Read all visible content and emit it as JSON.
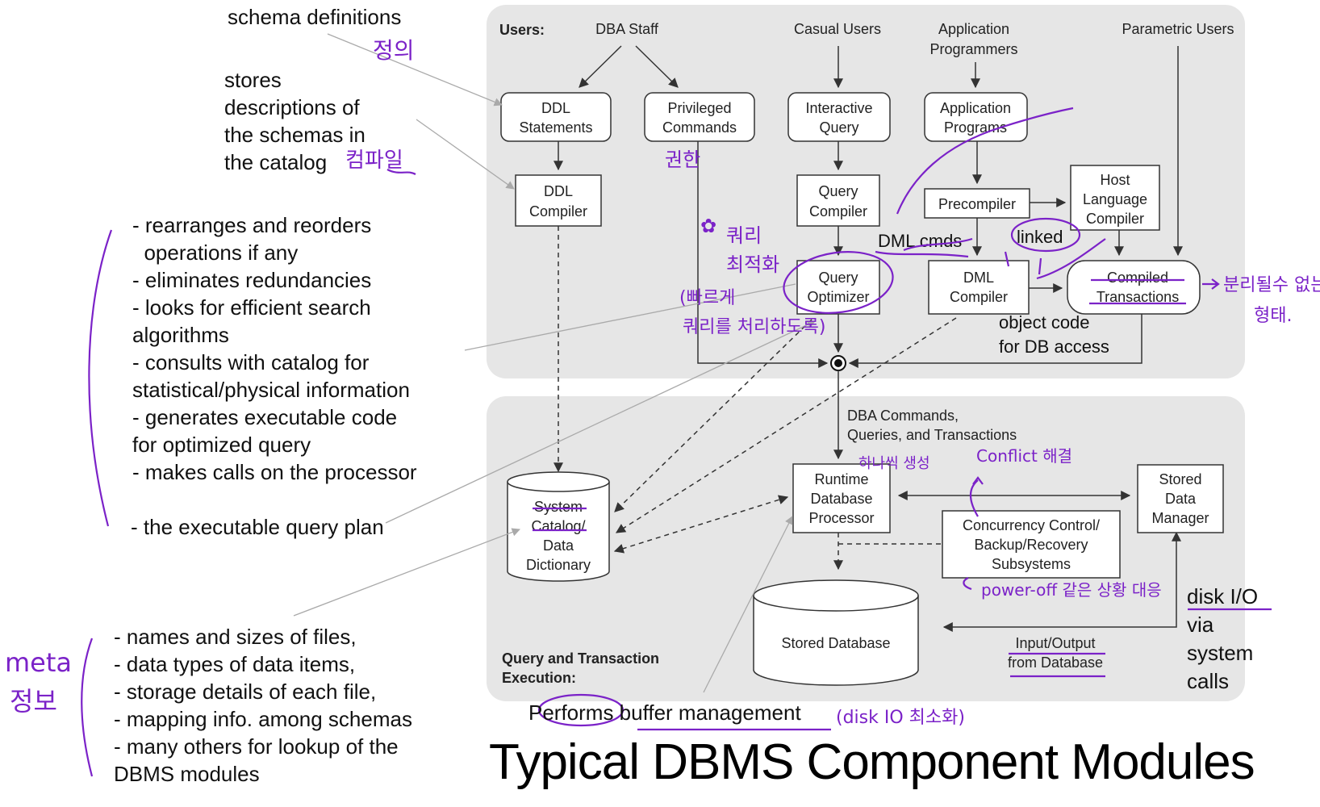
{
  "diagram": {
    "users_label": "Users:",
    "users": {
      "dba_staff": "DBA Staff",
      "casual_users": "Casual Users",
      "application_programmers": [
        "Application",
        "Programmers"
      ],
      "parametric_users": "Parametric Users"
    },
    "boxes": {
      "ddl_statements": [
        "DDL",
        "Statements"
      ],
      "privileged_commands": [
        "Privileged",
        "Commands"
      ],
      "interactive_query": [
        "Interactive",
        "Query"
      ],
      "application_programs": [
        "Application",
        "Programs"
      ],
      "ddl_compiler": [
        "DDL",
        "Compiler"
      ],
      "query_compiler": [
        "Query",
        "Compiler"
      ],
      "precompiler": "Precompiler",
      "host_language_compiler": [
        "Host",
        "Language",
        "Compiler"
      ],
      "query_optimizer": [
        "Query",
        "Optimizer"
      ],
      "dml_compiler": [
        "DML",
        "Compiler"
      ],
      "compiled_transactions": [
        "Compiled",
        "Transactions"
      ],
      "system_catalog": [
        "System",
        "Catalog/",
        "Data",
        "Dictionary"
      ],
      "runtime_processor": [
        "Runtime",
        "Database",
        "Processor"
      ],
      "stored_data_manager": [
        "Stored",
        "Data",
        "Manager"
      ],
      "concurrency_control": [
        "Concurrency Control/",
        "Backup/Recovery",
        "Subsystems"
      ],
      "stored_database": "Stored Database"
    },
    "labels": {
      "dba_commands": [
        "DBA Commands,",
        "Queries, and Transactions"
      ],
      "query_transaction_execution": [
        "Query and Transaction",
        "Execution:"
      ],
      "input_output": [
        "Input/Output",
        "from Database"
      ],
      "dml_cmds": "DML cmds",
      "linked": "linked",
      "object_code": [
        "object code",
        "for DB access"
      ],
      "disk_io": [
        "disk I/O",
        "via",
        "system",
        "calls"
      ]
    },
    "handwritten": {
      "definition": "정의",
      "compile": "컴파일",
      "privilege": "권한",
      "query_optimize": [
        "쿼리",
        "최적화"
      ],
      "fast_query": [
        "(빠르게",
        "쿼리를 처리하도록)"
      ],
      "conflict_resolve": "Conflict 해결",
      "create_once": "하나씩 생성",
      "power_off": "power-off 같은 상황 대응",
      "inseparable": [
        "분리될수 없는",
        "형태."
      ],
      "disk_io_minimize": "(disk IO 최소화)",
      "meta": "meta",
      "info": "정보"
    }
  },
  "notes": {
    "schema_definitions": "schema definitions",
    "stores_descriptions": [
      "stores",
      "descriptions of",
      "the schemas in",
      "the catalog"
    ],
    "optimizer_list": [
      "- rearranges and reorders",
      "  operations if any",
      "- eliminates redundancies",
      "- looks for efficient search",
      "algorithms",
      "- consults with catalog for",
      "statistical/physical information",
      "- generates executable code",
      "for optimized query",
      "- makes calls on the processor"
    ],
    "executable_plan": "- the executable query plan",
    "catalog_list": [
      "- names and sizes of files,",
      "- data types of data items,",
      "- storage details of each file,",
      "- mapping info. among schemas",
      "- many others for lookup of the",
      "DBMS modules"
    ],
    "buffer_management": "Performs buffer management"
  },
  "title": "Typical DBMS Component Modules"
}
